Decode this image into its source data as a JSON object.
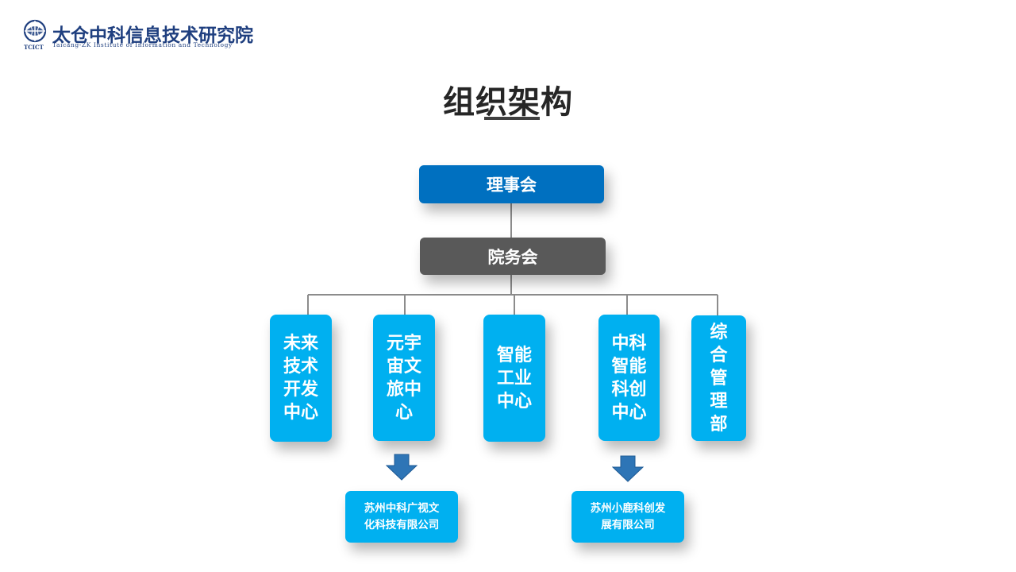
{
  "header": {
    "logo_cn": "太仓中科信息技术研究院",
    "logo_en": "Taicang-ZK Institute of Information and Technology",
    "logo_abbr": "TCICT"
  },
  "title": "组织架构",
  "org": {
    "board": "理事会",
    "council": "院务会",
    "departments": [
      "未来\n技术\n开发\n中心",
      "元宇\n宙文\n旅中\n心",
      "智能\n工业\n中心",
      "中科\n智能\n科创\n中心",
      "综\n合\n管\n理\n部"
    ],
    "subsidiaries": [
      "苏州中科广视文\n化科技有限公司",
      "苏州小鹿科创发\n展有限公司"
    ]
  },
  "colors": {
    "board": "#0070c0",
    "council": "#595959",
    "department": "#00b0f0",
    "arrow": "#2e75b6",
    "line": "#8c8c8c"
  }
}
